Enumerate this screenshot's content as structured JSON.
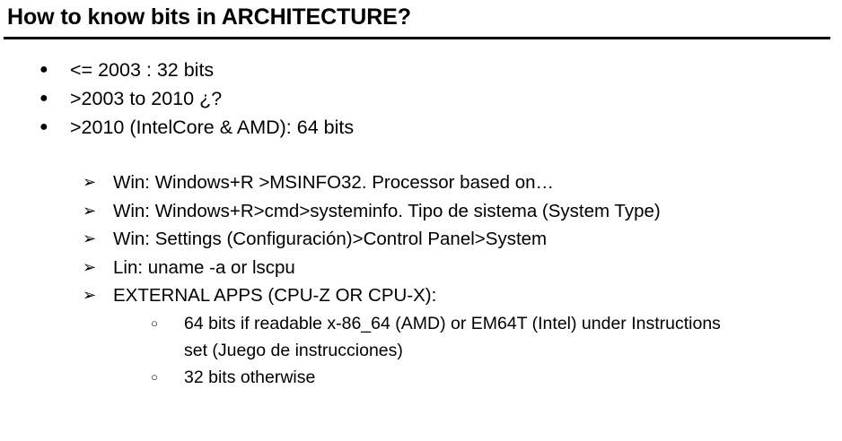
{
  "slide": {
    "title": "How to know bits in ARCHITECTURE?",
    "markers": {
      "disc": "●",
      "arrow": "➢",
      "circle": "○"
    },
    "colors": {
      "background": "#ffffff",
      "text": "#000000",
      "rule": "#000000"
    },
    "items": [
      {
        "level": 1,
        "marker": "disc",
        "text": "<= 2003 : 32 bits"
      },
      {
        "level": 1,
        "marker": "disc",
        "text": ">2003 to 2010 ¿?"
      },
      {
        "level": 1,
        "marker": "disc",
        "text": ">2010 (IntelCore & AMD): 64 bits"
      },
      {
        "level": 2,
        "marker": "arrow",
        "text": "Win: Windows+R >MSINFO32. Processor based on…"
      },
      {
        "level": 2,
        "marker": "arrow",
        "text": "Win: Windows+R>cmd>systeminfo. Tipo de sistema (System Type)"
      },
      {
        "level": 2,
        "marker": "arrow",
        "text": "Win: Settings (Configuración)>Control Panel>System"
      },
      {
        "level": 2,
        "marker": "arrow",
        "text": "Lin: uname -a or lscpu"
      },
      {
        "level": 2,
        "marker": "arrow",
        "text": "EXTERNAL APPS (CPU-Z OR CPU-X):"
      },
      {
        "level": 3,
        "marker": "circle",
        "text": "64 bits if readable x-86_64 (AMD) or EM64T (Intel) under Instructions set (Juego de instrucciones)"
      },
      {
        "level": 3,
        "marker": "circle",
        "text": "32 bits otherwise"
      }
    ]
  }
}
